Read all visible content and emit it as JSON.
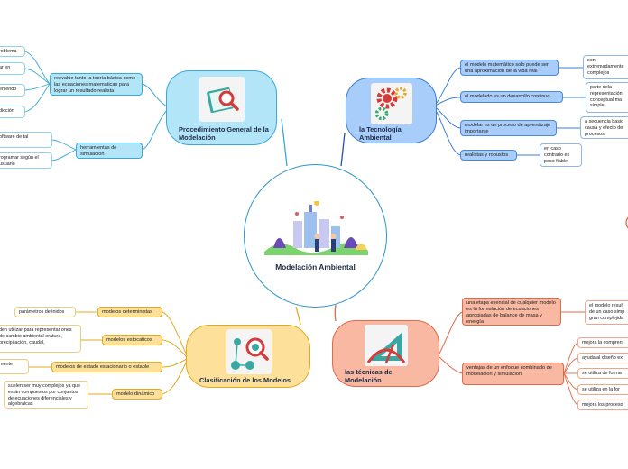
{
  "center": {
    "title": "Modelación Ambiental"
  },
  "topics": {
    "procedimiento": {
      "title": "Procedimiento General de la Modelación",
      "subs": [
        {
          "label": "reevalúe tanto la teoría básica como las ecuaciones matemáticas para lograr un resultado realista",
          "leaves": [
            "roblema",
            "ar en",
            "eniendo",
            "dicción"
          ]
        },
        {
          "label": "herramientas de simulación",
          "leaves": [
            "oftware de tal",
            "rogramar según el usuario"
          ]
        }
      ]
    },
    "tecnologia": {
      "title": "la Tecnología Ambiental",
      "subs": [
        {
          "label": "el modelo matemático solo puede ser una aproximación de la vida real",
          "leaf": "son extremadamente complejos"
        },
        {
          "label": "el modelado es un desarrollo continuo",
          "leaf": "parte dela representación conceptual ma simple"
        },
        {
          "label": "modelar es un proceso de aprendizaje importante",
          "leaf": "a secuencia basic causa y efecto de procesos"
        },
        {
          "label": "realistas y robustos",
          "leaf": "en caso contrario es poco fiable"
        }
      ]
    },
    "clasificacion": {
      "title": "Clasificación de los Modelos",
      "subs": [
        {
          "label": "modelos deterministas",
          "leaf": "parámetros definidos"
        },
        {
          "label": "modelos estocaticos",
          "leaf": "den utilizar para representar ones de cambio ambiental eratura, precipitación, caudal,"
        },
        {
          "label": "modelos de estado estacionario o estable",
          "leaf": "mente"
        },
        {
          "label": "modelo dinámico",
          "leaf": "suelen ser muy complejos ya que están compuestos por conjuntos de ecuaciones diferenciales y algebraicas"
        }
      ]
    },
    "tecnicas": {
      "title": "las técnicas de Modelación",
      "subs": [
        {
          "label": "una etapa esencial de cualquier modelo es la formulación de ecuaciones apropiadas de balance de masa y energía",
          "leaves": [
            "el modelo result de un caso simp gran complejida"
          ]
        },
        {
          "label": "ventajas de un enfoque combinado de modelación y simulación",
          "leaves": [
            "mejora la compren",
            "ayuda al diseño ex",
            "se utiliza de forma",
            "se utiliza en la for",
            "mejora los proceso"
          ]
        }
      ]
    }
  },
  "colors": {
    "procedimiento": "#3aa8d8",
    "tecnologia": "#3b7fd6",
    "clasificacion": "#e5a823",
    "tecnicas": "#e0694a",
    "stray_dot": "#e0694a"
  },
  "icons": [
    "search-document-icon",
    "gears-icon",
    "network-search-icon",
    "triangle-ruler-icon",
    "environment-city-illustration"
  ]
}
